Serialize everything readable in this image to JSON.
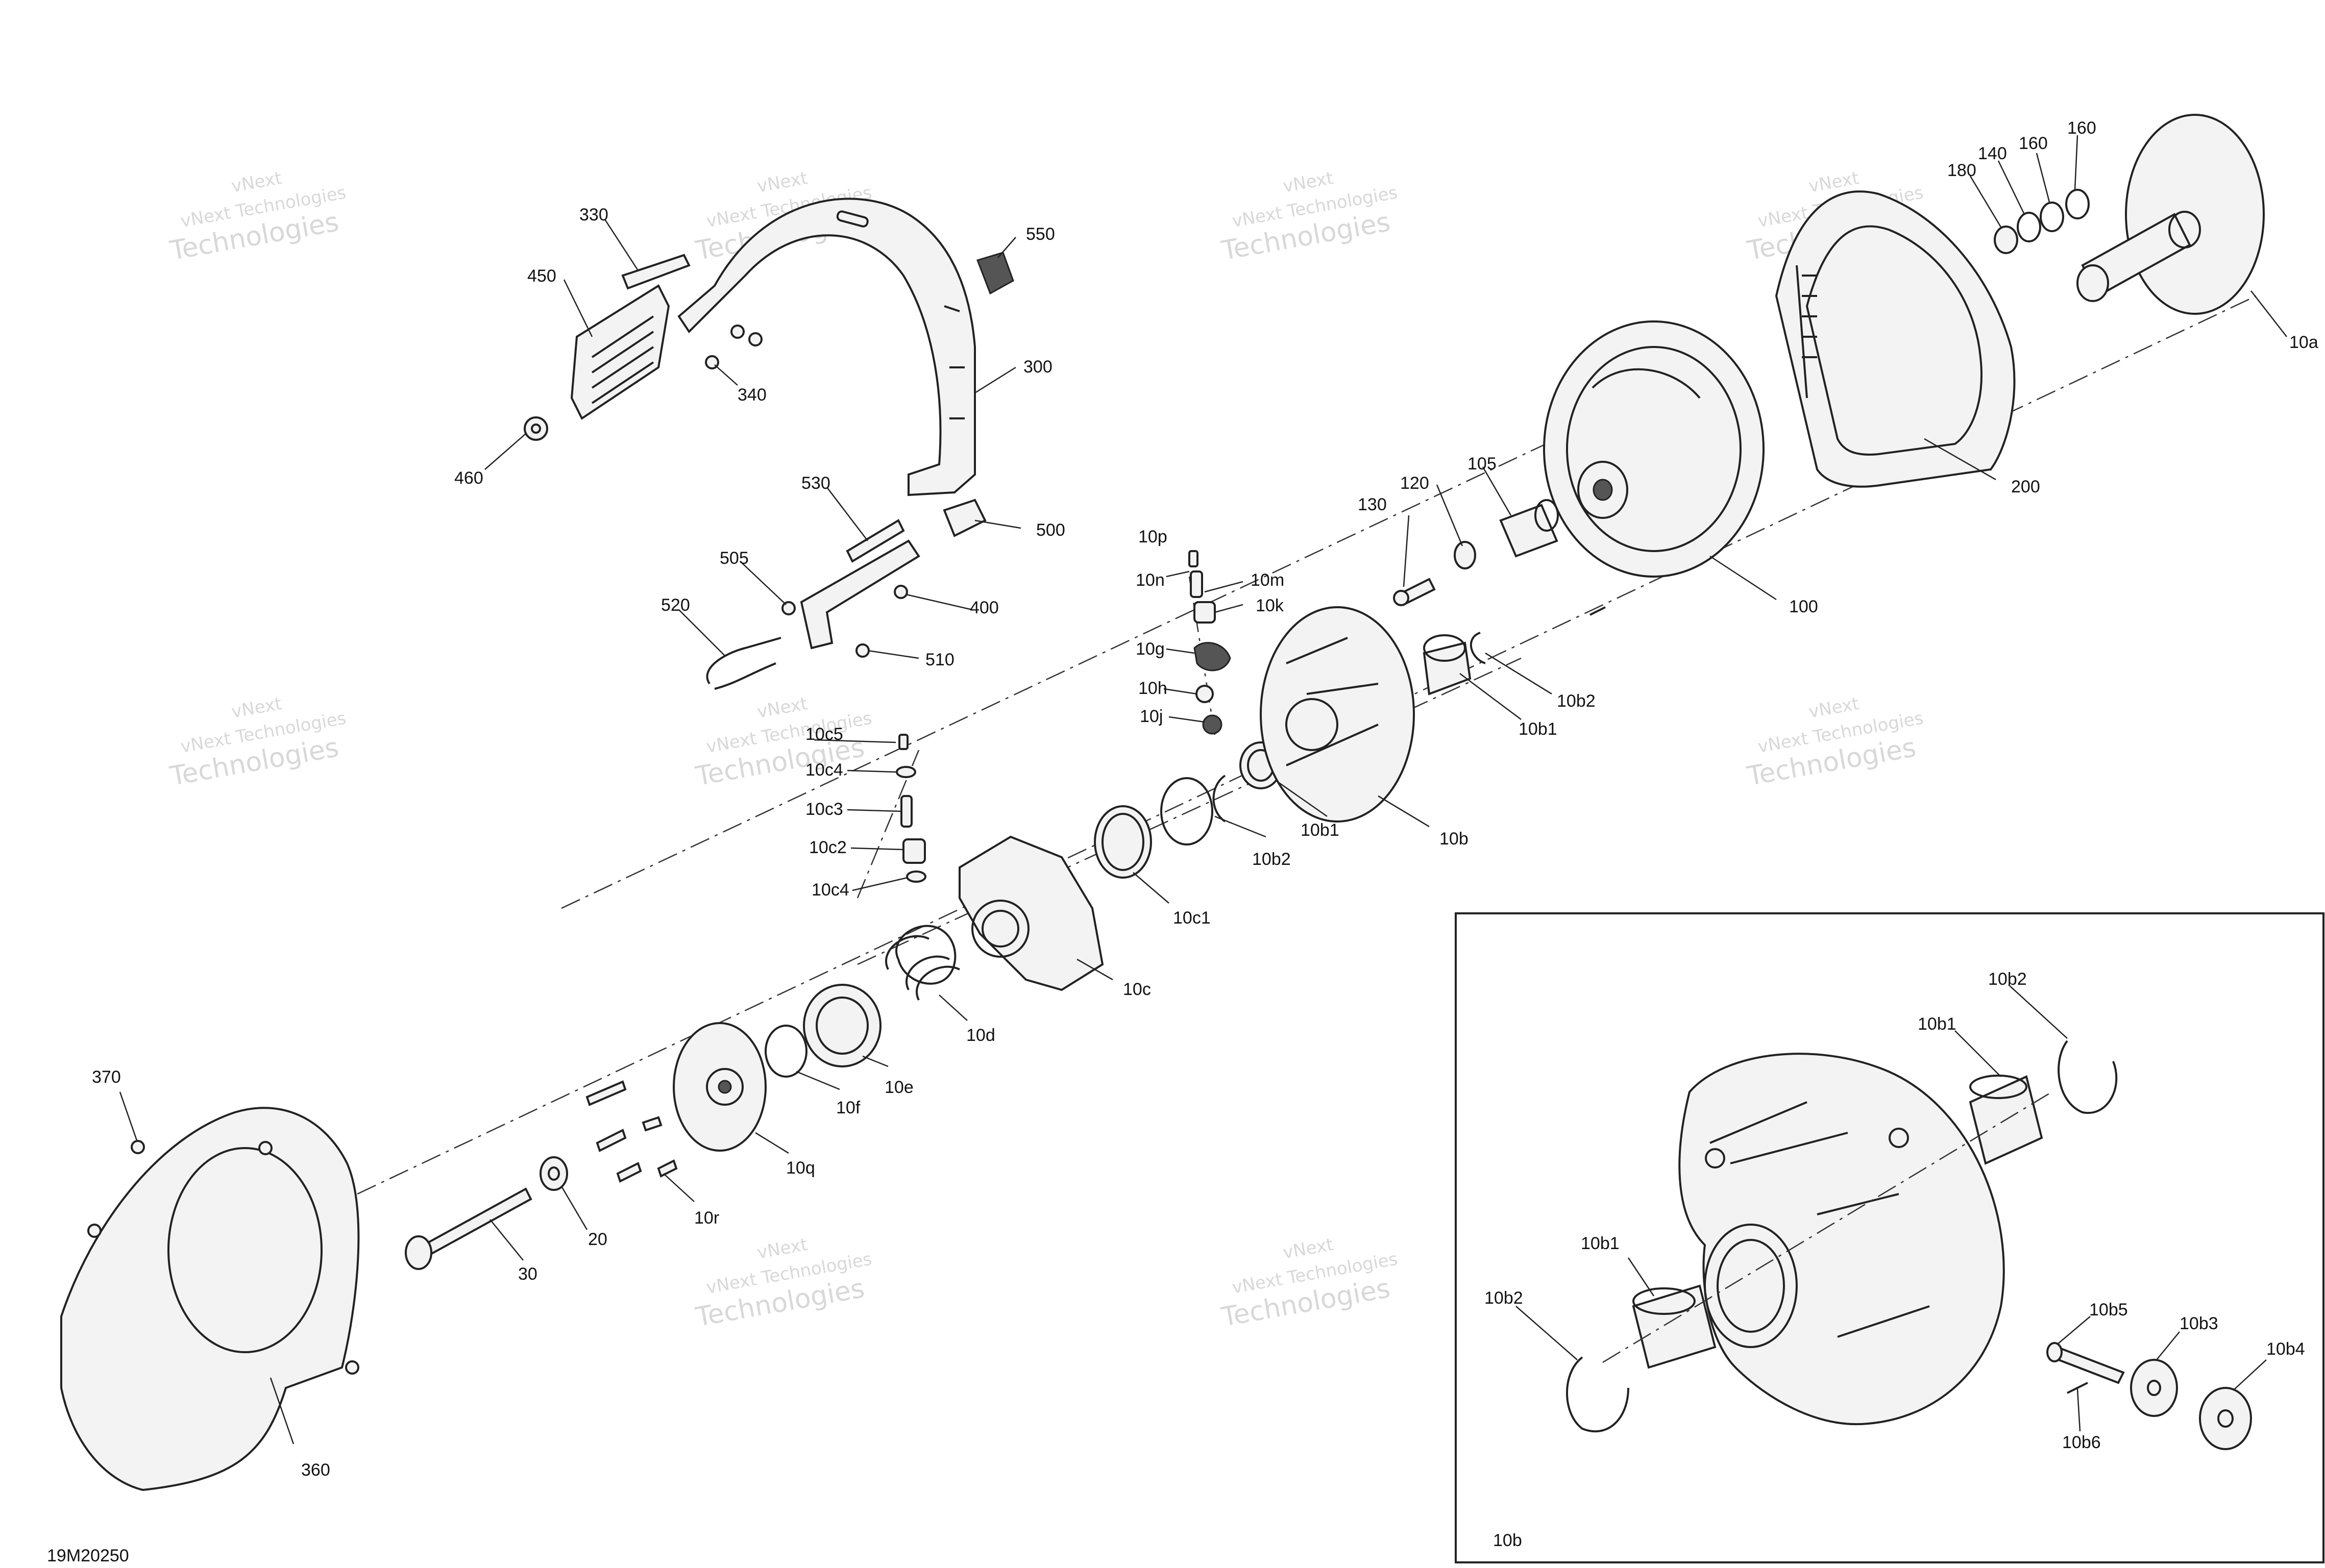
{
  "figure_code": "19M20250",
  "inset_label": "10b",
  "watermark": {
    "line1": "vNext",
    "line2": "Technologies",
    "mixed": "vNext Technologies"
  },
  "labels": [
    "330",
    "450",
    "460",
    "340",
    "550",
    "300",
    "530",
    "500",
    "505",
    "400",
    "520",
    "510",
    "10p",
    "10n",
    "10m",
    "10k",
    "10g",
    "10h",
    "10j",
    "10c5",
    "10c4",
    "10c3",
    "10c2",
    "10c4",
    "130",
    "120",
    "105",
    "100",
    "200",
    "10a",
    "180",
    "140",
    "160",
    "160",
    "10b2",
    "10b1",
    "10b",
    "10b1",
    "10b2",
    "10c1",
    "10c",
    "10d",
    "10e",
    "10f",
    "10q",
    "10r",
    "370",
    "360",
    "30",
    "20",
    "10b2",
    "10b1",
    "10b1",
    "10b2",
    "10b5",
    "10b3",
    "10b4",
    "10b6"
  ]
}
